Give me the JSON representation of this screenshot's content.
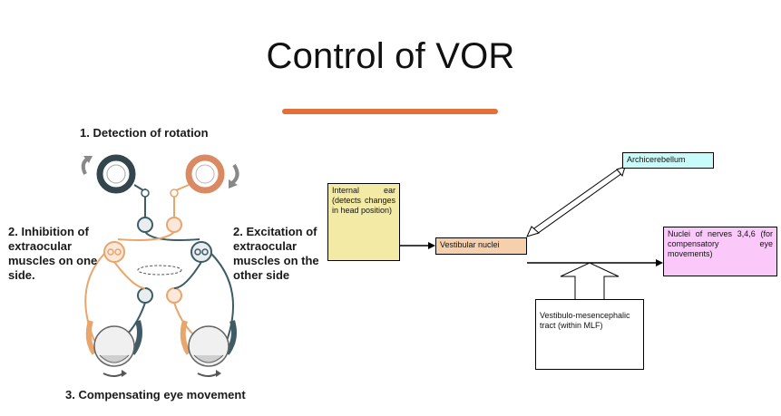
{
  "title": "Control of VOR",
  "colors": {
    "accent": "#e2703a",
    "box_yellow": "#f3eaa6",
    "box_orange": "#f6cfad",
    "box_cyan": "#c9fbfb",
    "box_pink": "#fbc9f9",
    "ear_left": "#33464d",
    "ear_right": "#d98a62",
    "tan_path": "#e8a56c",
    "slate_path": "#3f5b66"
  },
  "illustration": {
    "step1": "1. Detection of rotation",
    "step2_left": "2. Inhibition of extraocular muscles on one side.",
    "step2_right": "2. Excitation of extraocular muscles on the other side",
    "step3": "3. Compensating eye movement"
  },
  "flowchart": {
    "inner_ear": "Internal ear (detects changes in head position)",
    "vestibular_nuclei": "Vestibular nuclei",
    "archicerebellum": "Archicerebellum",
    "nuclei_nerves": "Nuclei of nerves 3,4,6 (for compensatory eye movements)",
    "tract": "Vestibulo-mesencephalic tract (within MLF)"
  }
}
